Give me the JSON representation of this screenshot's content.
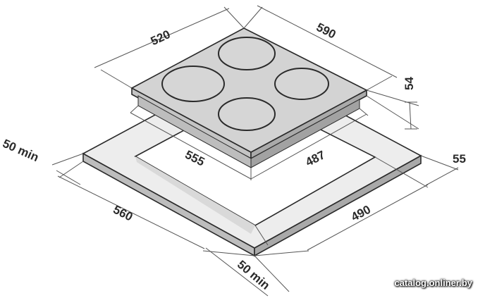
{
  "dimensions": {
    "hob_depth": "520",
    "hob_width": "590",
    "hob_height": "54",
    "cutout_depth": "487",
    "cutout_width": "555",
    "cutout_offset_right": "55",
    "worktop_depth": "490",
    "worktop_width": "560",
    "min_clearance_left": "50 min",
    "min_clearance_front": "50 min"
  },
  "watermark": "catalog.onliner.by",
  "colors": {
    "hob_top": "#d3d3d3",
    "hob_side": "#c0c0c0",
    "worktop_top": "#ededed",
    "worktop_edge": "#bdbdbd",
    "outline": "#2a2a2a"
  }
}
